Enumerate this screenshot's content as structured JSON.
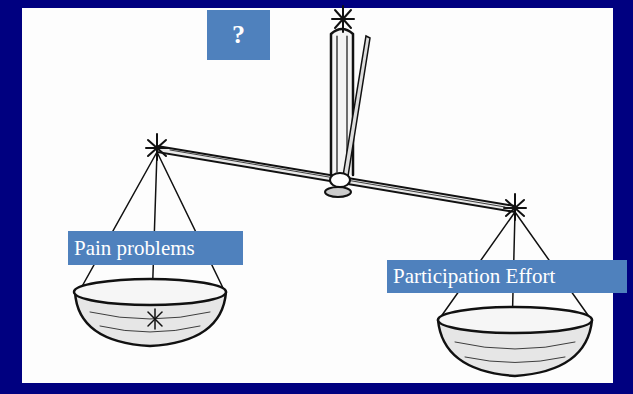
{
  "diagram": {
    "nodes": [
      {
        "text": [
          "?"
        ]
      },
      {
        "text": [
          "Pain problems"
        ]
      },
      {
        "text": [
          "Participation Effort"
        ]
      }
    ]
  }
}
